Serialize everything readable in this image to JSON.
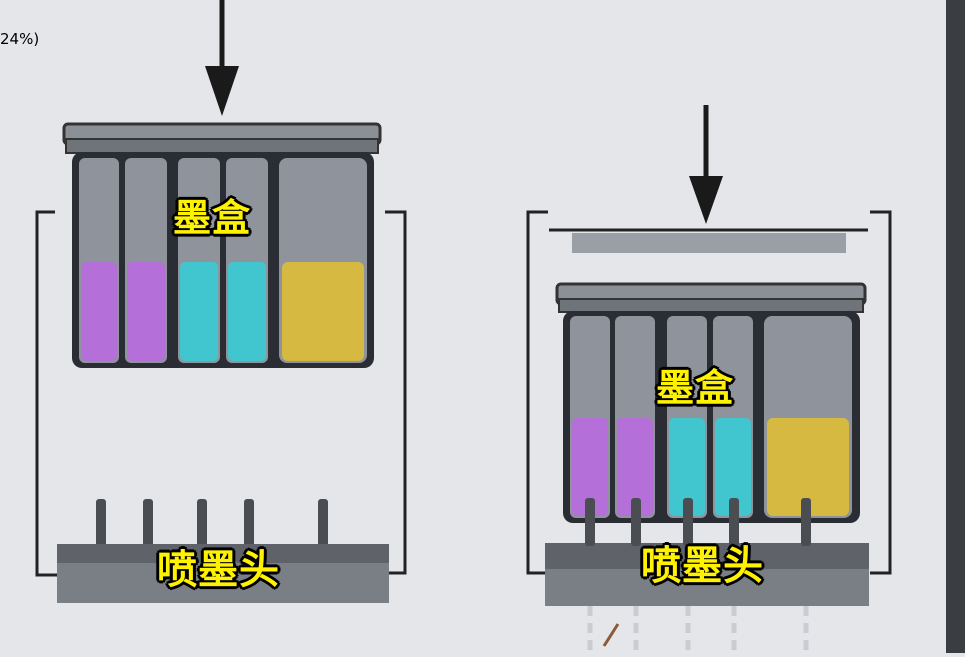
{
  "zoom_text": "24%)",
  "left_panel": {
    "cartridge_label": "墨盒",
    "printhead_label": "喷墨头"
  },
  "right_panel": {
    "cartridge_label": "墨盒",
    "printhead_label": "喷墨头"
  },
  "colors": {
    "background": "#e4e6ea",
    "magenta_ink": "#b46fd8",
    "cyan_ink": "#41c6cf",
    "yellow_ink": "#d6b940",
    "tank": "#8f939b",
    "printhead": "#5f6369",
    "label_text": "#fff200"
  }
}
